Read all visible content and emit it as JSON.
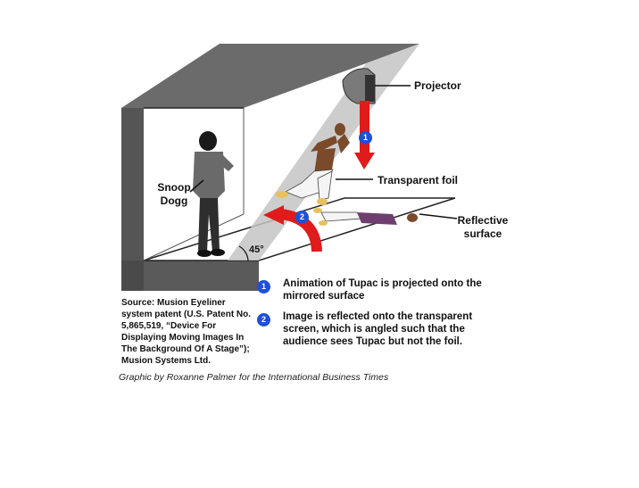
{
  "labels": {
    "projector": "Projector",
    "transparent_foil": "Transparent foil",
    "reflective_surface": "Reflective\nsurface",
    "snoop_dogg": "Snoop\nDogg",
    "angle": "45°"
  },
  "steps": [
    {
      "number": "1",
      "text": "Animation of Tupac is projected onto the\nmirrored surface"
    },
    {
      "number": "2",
      "text": "Image is reflected onto the transparent\nscreen, which is angled such that the\naudience sees Tupac but not the foil."
    }
  ],
  "source": "Source: Musion Eyeliner\nsystem patent (U.S. Patent No.\n5,865,519, “Device For\nDisplaying Moving Images In\nThe Background Of A Stage”);\nMusion Systems Ltd.",
  "credit": "Graphic by Roxanne Palmer for the International Business Times",
  "colors": {
    "stage_walls": "#5a5a5a",
    "foil": "#c4c4c4",
    "arrow_red": "#e01b1b",
    "badge_blue": "#1e50d8"
  }
}
